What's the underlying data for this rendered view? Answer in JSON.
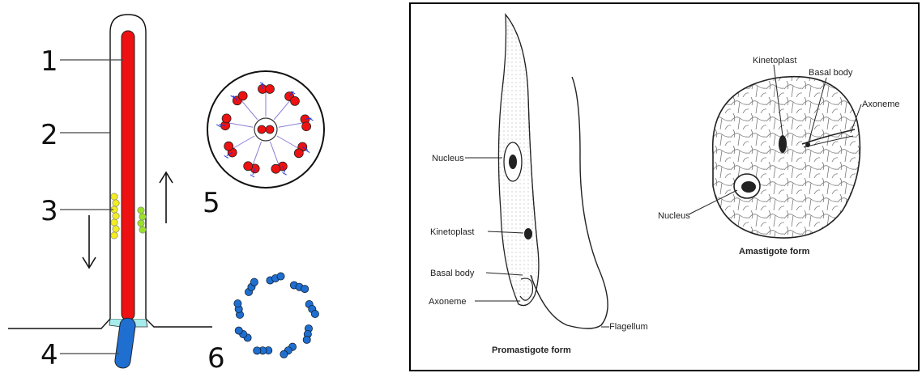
{
  "left_panel": {
    "labels": [
      "1",
      "2",
      "3",
      "4",
      "5",
      "6"
    ]
  },
  "right_panel": {
    "promastigote": {
      "nucleus": "Nucleus",
      "kinetoplast": "Kinetoplast",
      "basal_body": "Basal body",
      "axoneme": "Axoneme",
      "flagellum": "Flagellum",
      "caption": "Promastigote form"
    },
    "amastigote": {
      "kinetoplast": "Kinetoplast",
      "basal_body": "Basal body",
      "axoneme": "Axoneme",
      "nucleus": "Nucleus",
      "caption": "Amastigote form"
    }
  },
  "colors": {
    "axoneme_red": "#ee1111",
    "basal_blue": "#1f6fd1",
    "ift_yellow": "#f2ee22",
    "ift_green": "#9be02b",
    "transition_cyan": "#a6ecec",
    "panel_border": "#000000"
  }
}
